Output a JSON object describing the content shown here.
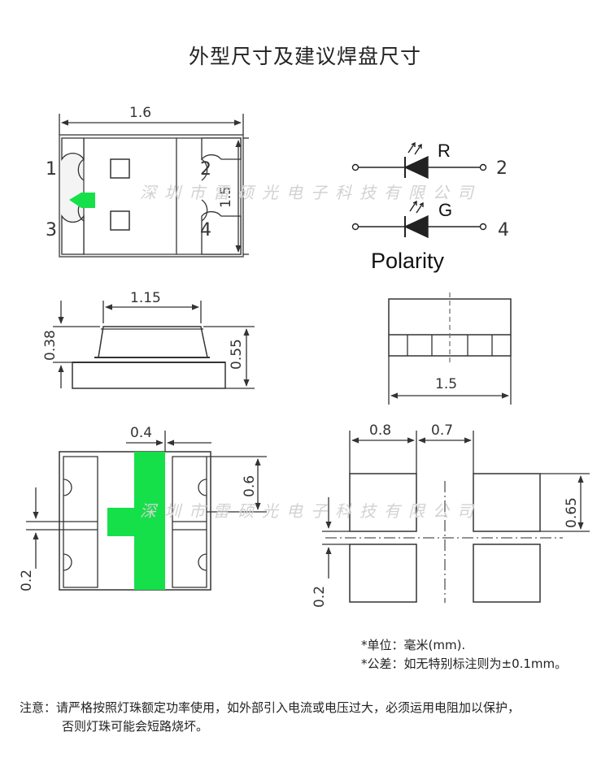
{
  "title": "外型尺寸及建议焊盘尺寸",
  "watermark": "深圳市雷硕光电子科技有限公司",
  "top_view": {
    "width_dim": "1.6",
    "height_dim": "1.5",
    "pins": [
      "1",
      "2",
      "3",
      "4"
    ]
  },
  "polarity": {
    "title": "Polarity",
    "led_r_label": "R",
    "led_g_label": "G",
    "pin_r": "2",
    "pin_g": "4"
  },
  "side_view": {
    "top_width_dim": "1.15",
    "body_height_dim": "0.38",
    "total_height_dim": "0.55"
  },
  "end_view": {
    "width_dim": "1.5"
  },
  "bottom_view": {
    "pad_width_dim": "0.4",
    "pad_height_dim": "0.6",
    "gap_dim": "0.2",
    "marker_color": "#15e04a"
  },
  "footprint": {
    "pad_width_dim": "0.8",
    "gap_dim": "0.7",
    "pad_height_dim": "0.65",
    "row_gap_dim": "0.2"
  },
  "notes": {
    "units": "*单位：毫米(mm).",
    "tolerance": "*公差：如无特别标注则为±0.1mm。",
    "warning_line1": "注意：请严格按照灯珠额定功率使用，如外部引入电流或电压过大，必须运用电阻加以保护，",
    "warning_line2": "否则灯珠可能会短路烧坏。"
  }
}
